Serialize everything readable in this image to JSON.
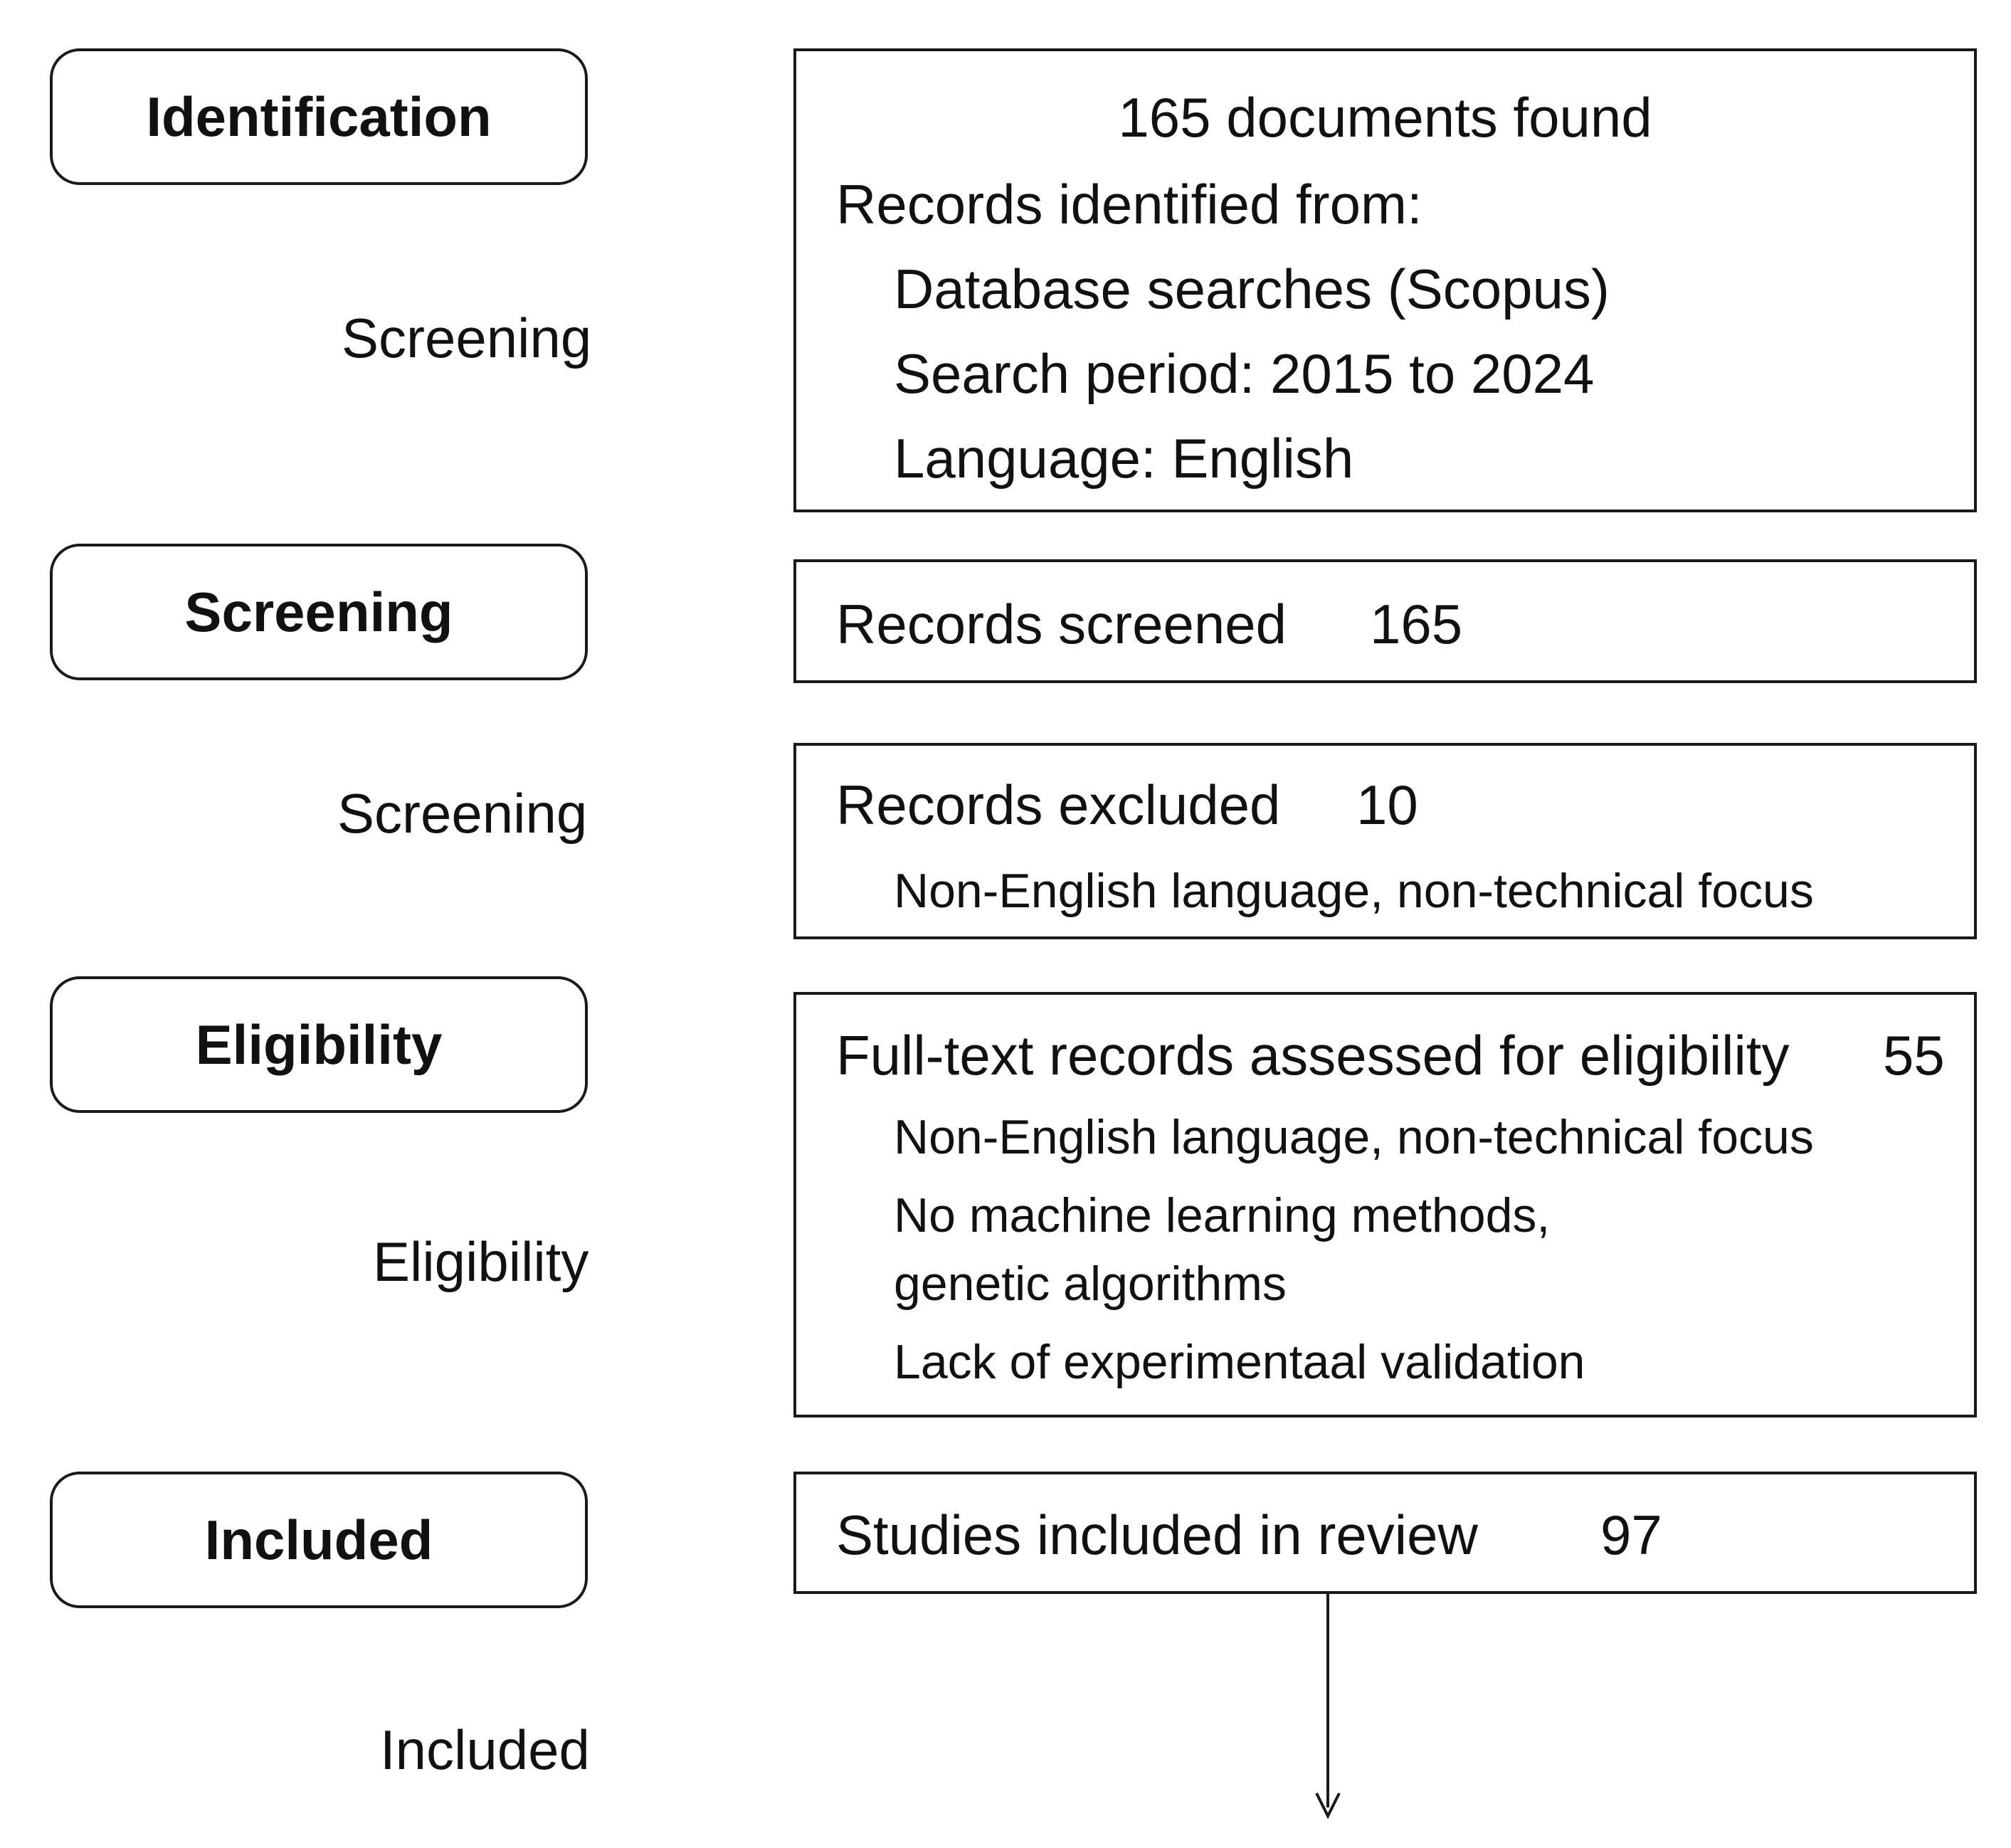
{
  "stages": {
    "identification": "Identification",
    "screening": "Screening",
    "eligibility": "Eligibility",
    "included": "Included"
  },
  "side_labels": {
    "screening_1": "Screening",
    "screening_2": "Screening",
    "eligibility": "Eligibility",
    "included": "Included"
  },
  "identification_box": {
    "header": "165 documents found",
    "records_from": "Records identified from:",
    "database": "Database searches (Scopus)",
    "period": "Search period: 2015 to 2024",
    "language": "Language: English"
  },
  "screened_box": {
    "label": "Records screened",
    "count": "165"
  },
  "excluded_box": {
    "label": "Records excluded",
    "count": "10",
    "reason": "Non-English language, non-technical focus"
  },
  "eligibility_box": {
    "label": "Full-text records assessed for eligibility",
    "count": "55",
    "reason_1": "Non-English language, non-technical focus",
    "reason_2_line1": "No machine learning methods,",
    "reason_2_line2": "genetic algorithms",
    "reason_3": "Lack of experimentaal validation"
  },
  "included_box": {
    "label": "Studies included in review",
    "count": "97"
  }
}
